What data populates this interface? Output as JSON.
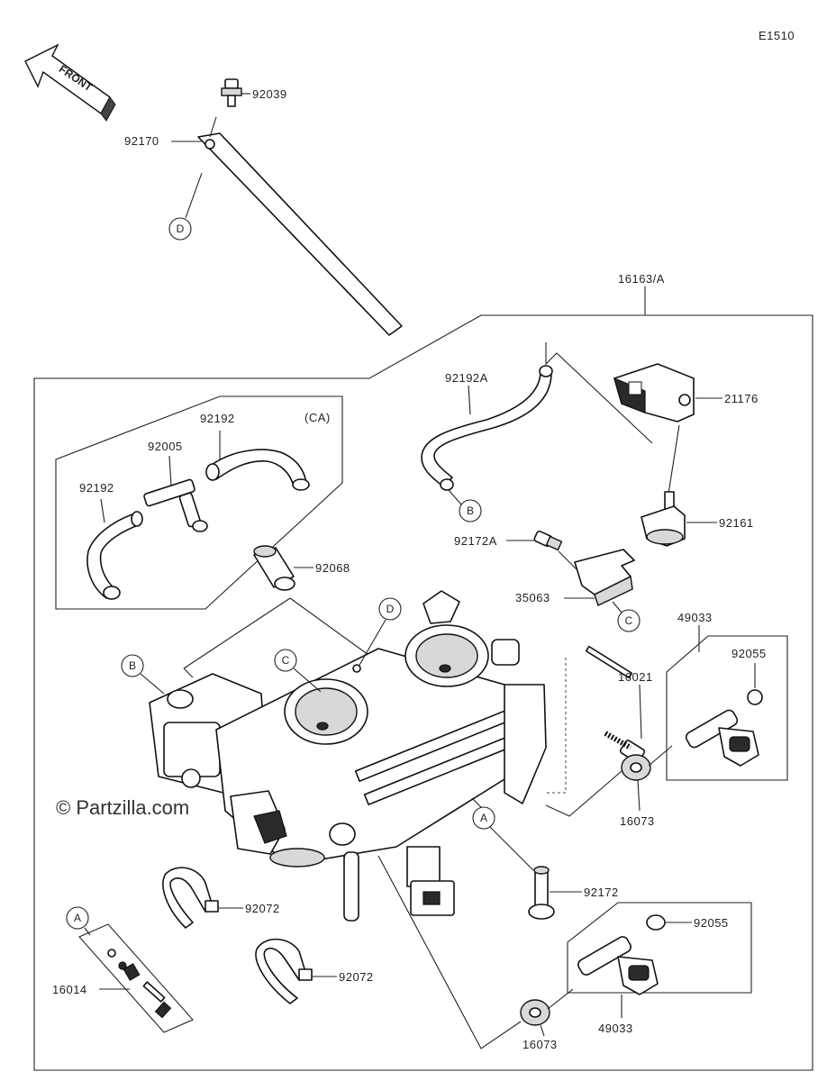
{
  "diagram_code": "E1510",
  "front_label": "FRONT",
  "watermark": "© Partzilla.com",
  "group_note": "(CA)",
  "part_labels": {
    "p92039": "92039",
    "p92170": "92170",
    "p16163A": "16163/A",
    "p92192A": "92192A",
    "p21176": "21176",
    "p92192_top": "92192",
    "p92005": "92005",
    "p92192_left": "92192",
    "p92161": "92161",
    "p92172A": "92172A",
    "p92068": "92068",
    "p35063": "35063",
    "p49033_top": "49033",
    "p92055_top": "92055",
    "p16021": "16021",
    "p16073_right": "16073",
    "p92172": "92172",
    "p92072_a": "92072",
    "p92055_bottom": "92055",
    "p92072_b": "92072",
    "p16014": "16014",
    "p16073_bottom": "16073",
    "p49033_bottom": "49033"
  },
  "callouts": {
    "d_top": "D",
    "b_left": "B",
    "c_mid": "C",
    "d_mid": "D",
    "b_hose": "B",
    "c_clamp": "C",
    "a_center": "A",
    "a_left": "A"
  }
}
